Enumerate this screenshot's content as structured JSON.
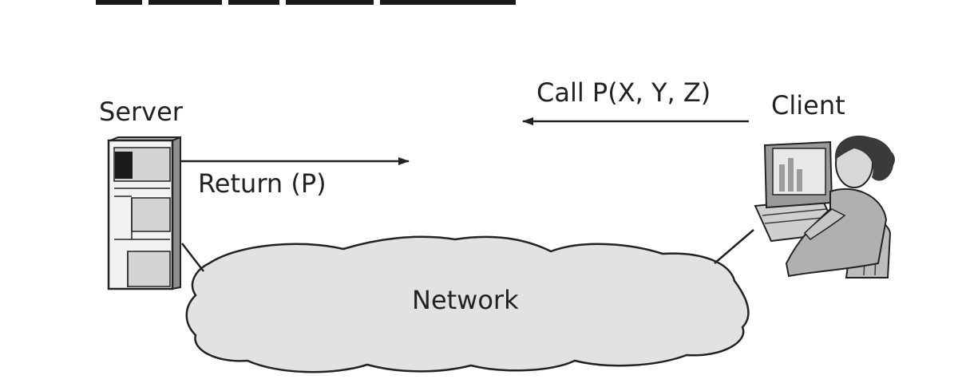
{
  "labels": {
    "server": "Server",
    "client": "Client",
    "call": "Call P(X, Y, Z)",
    "return": "Return (P)",
    "network": "Network"
  },
  "colors": {
    "line": "#222222",
    "server_fill": "#d4d4d4",
    "server_dark": "#1a1a1a",
    "client_fill": "#bdbdbd",
    "client_dark": "#3a3a3a",
    "cloud_fill": "#e2e2e2"
  },
  "icons": {
    "server": "server-tower-icon",
    "client": "person-at-computer-icon",
    "network": "cloud-shape"
  }
}
